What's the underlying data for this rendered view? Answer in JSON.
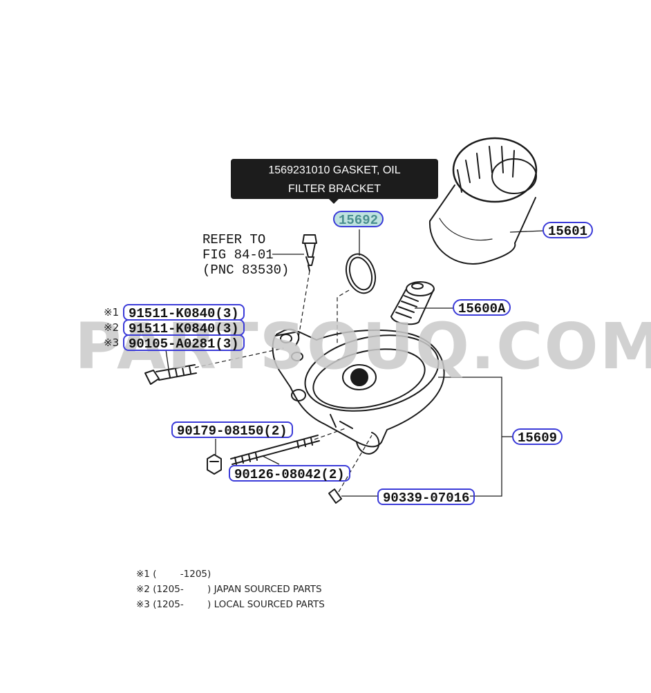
{
  "watermark": "PARTSOUQ.COM",
  "tooltip": {
    "line1": "1569231010 GASKET, OIL",
    "line2": "FILTER BRACKET"
  },
  "refer": {
    "line1": "REFER TO",
    "line2": "FIG 84-01",
    "line3": "(PNC 83530)"
  },
  "callouts": {
    "c15692": "15692",
    "c15601": "15601",
    "c15600A": "15600A",
    "c15609": "15609",
    "c90179": "90179-08150(2)",
    "c90126": "90126-08042(2)",
    "c90339": "90339-07016",
    "c91511a": "91511-K0840(3)",
    "c91511b": "91511-K0840(3)",
    "c90105": "90105-A0281(3)"
  },
  "marks": {
    "m1": "※1",
    "m2": "※2",
    "m3": "※3"
  },
  "notes": {
    "n1": "※1 (        -1205)",
    "n2": "※2 (1205-        ) JAPAN SOURCED PARTS",
    "n3": "※3 (1205-        ) LOCAL SOURCED PARTS"
  },
  "colors": {
    "callout_border": "#3a3ad8",
    "active_fill": "#bfe3e0",
    "tooltip_bg": "#1c1c1c"
  }
}
